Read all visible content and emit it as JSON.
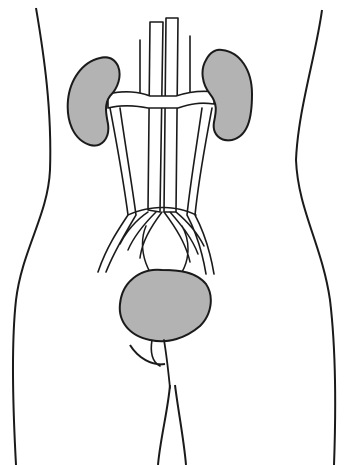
{
  "diagram": {
    "subject": "urinary-system-illustration",
    "parts": [
      {
        "id": "body-outline",
        "icon": "torso-outline"
      },
      {
        "id": "left-kidney",
        "icon": "kidney-icon"
      },
      {
        "id": "right-kidney",
        "icon": "kidney-icon"
      },
      {
        "id": "aorta",
        "icon": "vessel-icon"
      },
      {
        "id": "vena-cava",
        "icon": "vessel-icon"
      },
      {
        "id": "renal-vessels",
        "icon": "vessel-icon"
      },
      {
        "id": "left-ureter",
        "icon": "tube-icon"
      },
      {
        "id": "right-ureter",
        "icon": "tube-icon"
      },
      {
        "id": "iliac-vessels",
        "icon": "vessel-icon"
      },
      {
        "id": "bladder",
        "icon": "bladder-icon"
      },
      {
        "id": "urethra",
        "icon": "tube-icon"
      }
    ]
  },
  "colors": {
    "background": "#ffffff",
    "outline": "#1a1a1a",
    "organ_fill": "#b3b3b3",
    "vessel_fill": "#ffffff"
  }
}
